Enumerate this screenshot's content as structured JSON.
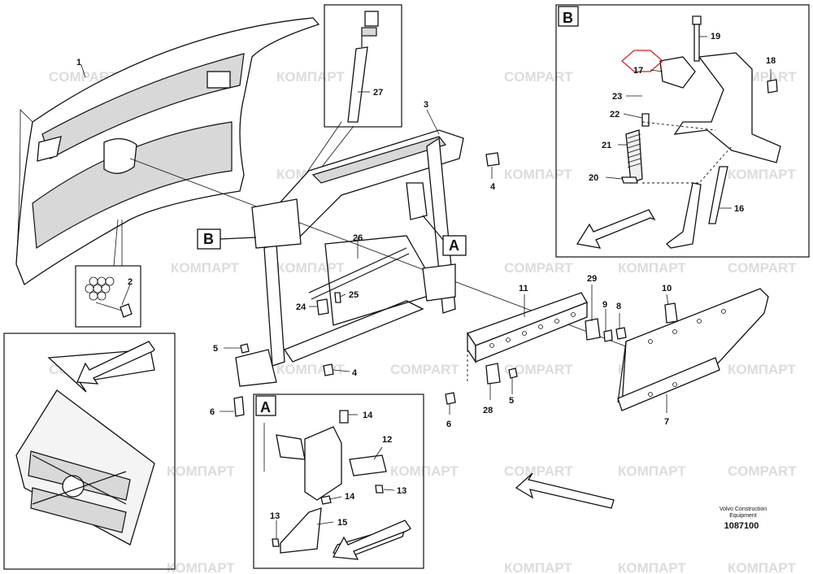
{
  "watermark": {
    "latin": "COMPART",
    "cyrillic": "КОМПАРТ"
  },
  "callouts": {
    "c1": "1",
    "c2": "2",
    "c3": "3",
    "c4a": "4",
    "c4b": "4",
    "c5a": "5",
    "c5b": "5",
    "c6a": "6",
    "c6b": "6",
    "c7": "7",
    "c8": "8",
    "c9": "9",
    "c10": "10",
    "c11": "11",
    "c12": "12",
    "c13a": "13",
    "c13b": "13",
    "c14a": "14",
    "c14b": "14",
    "c15": "15",
    "c16": "16",
    "c17": "17",
    "c18": "18",
    "c19": "19",
    "c20": "20",
    "c21": "21",
    "c22": "22",
    "c23": "23",
    "c24": "24",
    "c25": "25",
    "c26": "26",
    "c27": "27",
    "c28": "28",
    "c29": "29"
  },
  "detail_labels": {
    "a_tag": "A",
    "b_tag": "B",
    "box_a": "A",
    "box_b": "B"
  },
  "footer": {
    "line1": "Volvo Construction",
    "line2": "Equipment",
    "code": "1087100"
  },
  "colors": {
    "watermark": "#dcdcdc",
    "line": "#111111",
    "highlight": "#cc2222"
  }
}
